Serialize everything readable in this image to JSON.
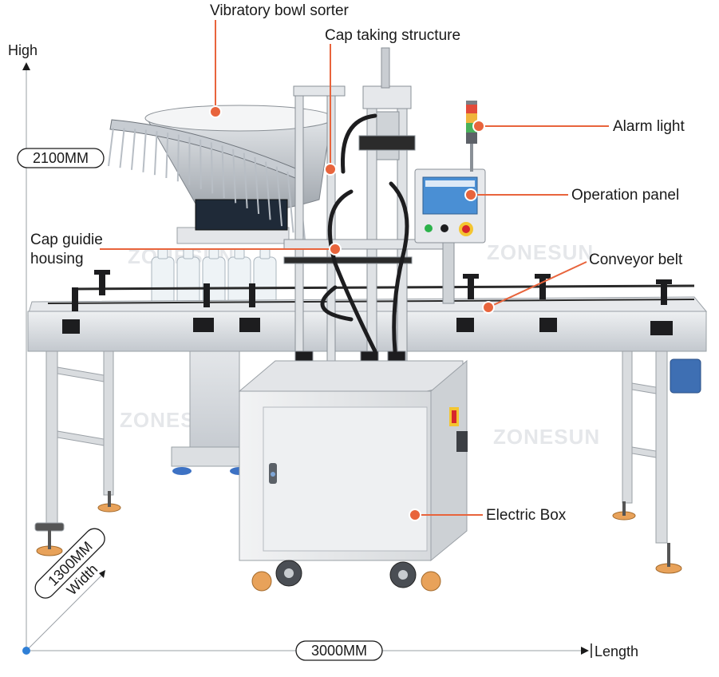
{
  "labels": {
    "vibratory_bowl_sorter": "Vibratory bowl sorter",
    "cap_taking_structure": "Cap taking structure",
    "alarm_light": "Alarm light",
    "operation_panel": "Operation panel",
    "cap_guide_housing_line1": "Cap guidie",
    "cap_guide_housing_line2": "housing",
    "conveyor_belt": "Conveyor belt",
    "electric_box": "Electric Box"
  },
  "dimensions": {
    "height_axis": "High",
    "height_value": "2100MM",
    "width_value": "1300MM",
    "width_axis": "Width",
    "length_value": "3000MM",
    "length_axis": "Length"
  },
  "watermark": "ZONESUN",
  "colors": {
    "accent": "#e8643c",
    "axis": "#9aa0a6",
    "origin": "#2f7fd6",
    "steel": "#cfd3d8",
    "steel_dark": "#8e949b",
    "black": "#1d1d1f"
  }
}
